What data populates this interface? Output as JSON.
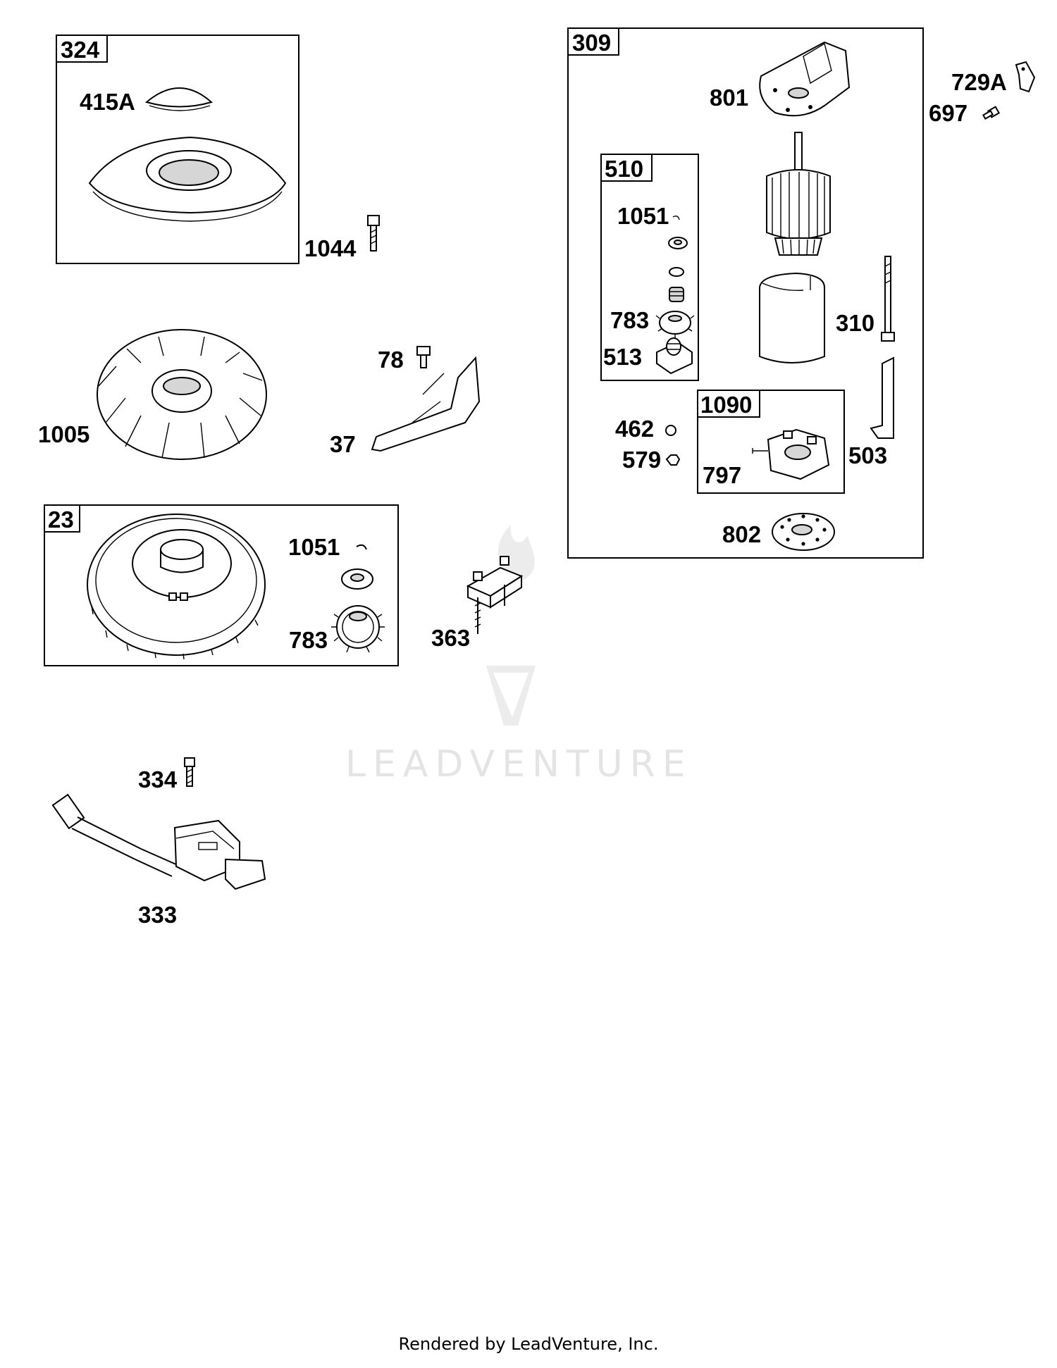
{
  "boxes": {
    "b324": "324",
    "b23": "23",
    "b309": "309",
    "b510": "510",
    "b1090": "1090"
  },
  "parts": {
    "p415A": "415A",
    "p1044": "1044",
    "p1005": "1005",
    "p78": "78",
    "p37": "37",
    "p1051_flywheel": "1051",
    "p783_flywheel": "783",
    "p363": "363",
    "p334": "334",
    "p333": "333",
    "p801": "801",
    "p729A": "729A",
    "p697": "697",
    "p1051_drive": "1051",
    "p783_drive": "783",
    "p513": "513",
    "p310": "310",
    "p462": "462",
    "p579": "579",
    "p797": "797",
    "p503": "503",
    "p802": "802"
  },
  "watermark": {
    "text": "LEADVENTURE"
  },
  "footer": {
    "text": "Rendered by LeadVenture, Inc."
  }
}
